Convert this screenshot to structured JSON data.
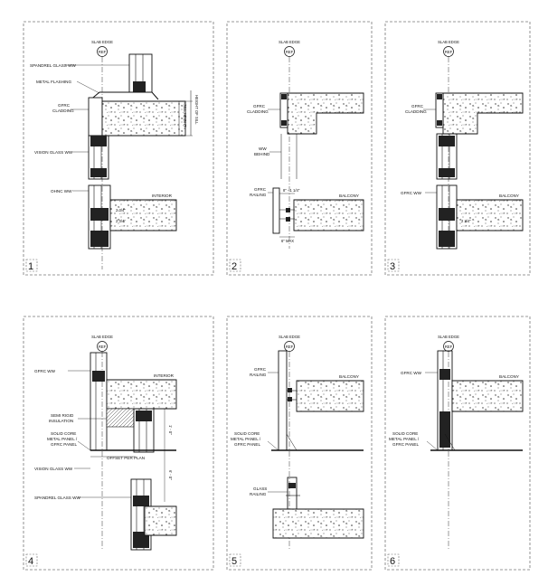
{
  "panels": [
    {
      "number": "1",
      "slab_edge": "SLAB EDGE",
      "ref": "REF",
      "labels": {
        "spandrel": "SPANDREL GLASS WW",
        "flashing": "METAL FLASHING",
        "gfrc_a": "GFRC",
        "gfrc_b": "CLADDING",
        "vision": "VISION GLASS WW",
        "ohnc": "OHNC WW",
        "interior": "INTERIOR"
      },
      "dims": {
        "a": "HEIGHT OF SILL",
        "b": "SILL HEIGHT",
        "c": "2 3/4\"",
        "d": "2 3/4\""
      }
    },
    {
      "number": "2",
      "slab_edge": "SLAB EDGE",
      "ref": "REF",
      "labels": {
        "gfrc_a": "GFRC",
        "gfrc_b": "CLADDING",
        "ww_a": "WW",
        "ww_b": "BEHIND",
        "railing_a": "GFRC",
        "railing_b": "RAILING",
        "balcony": "BALCONY"
      },
      "dims": {
        "a": "8\" - 1 1/4\"",
        "b": "6\" MAX"
      }
    },
    {
      "number": "3",
      "slab_edge": "SLAB EDGE",
      "ref": "REF",
      "labels": {
        "gfrc_a": "GFRC",
        "gfrc_b": "CLADDING",
        "ww": "GFRC WW",
        "balcony": "BALCONY"
      },
      "dims": {
        "a": "2 3/4\""
      }
    },
    {
      "number": "4",
      "slab_edge": "SLAB EDGE",
      "ref": "REF",
      "labels": {
        "ww": "GFRC WW",
        "interior": "INTERIOR",
        "semi_a": "SEMI RIGID",
        "semi_b": "INSULATION",
        "solid_a": "SOLID CORE",
        "solid_b": "METAL PANEL /",
        "solid_c": "GFRC PANEL",
        "offset": "OFFSET PER PLAN",
        "vision": "VISION GLASS WW",
        "spandrel": "SPANDREL GLASS WW"
      },
      "dims": {
        "a": "1' - 0\"",
        "b": "6' - 0\""
      }
    },
    {
      "number": "5",
      "slab_edge": "SLAB EDGE",
      "ref": "REF",
      "labels": {
        "railing_a": "GFRC",
        "railing_b": "RAILING",
        "balcony": "BALCONY",
        "solid_a": "SOLID CORE",
        "solid_b": "METAL PANEL /",
        "solid_c": "GFRC PANEL",
        "glass_a": "GLASS",
        "glass_b": "RAILING"
      }
    },
    {
      "number": "6",
      "slab_edge": "SLAB EDGE",
      "ref": "REF",
      "labels": {
        "ww": "GFRC WW",
        "balcony": "BALCONY",
        "solid_a": "SOLID CORE",
        "solid_b": "METAL PANEL /",
        "solid_c": "GFRC PANEL"
      }
    }
  ]
}
